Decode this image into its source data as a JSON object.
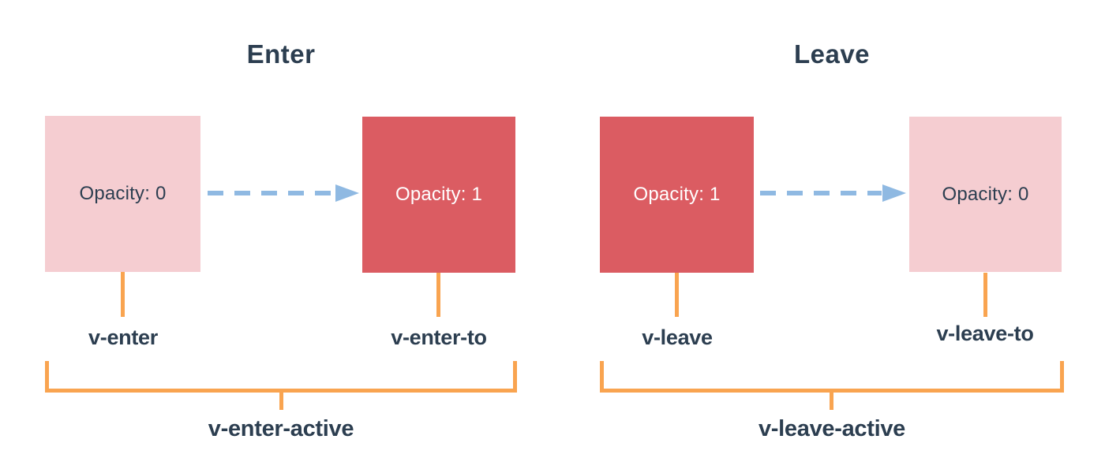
{
  "colors": {
    "background": "#ffffff",
    "pink": "#f5cdd1",
    "red": "#db5c62",
    "blue": "#8fb9e2",
    "orange": "#f9a450",
    "dark_navy": "#2c3e50",
    "white": "#ffffff"
  },
  "diagram": {
    "panels": [
      {
        "title": "Enter",
        "from_label": "Opacity: 0",
        "to_label": "Opacity: 1",
        "from_class": "v-enter",
        "to_class": "v-enter-to",
        "active_class": "v-enter-active"
      },
      {
        "title": "Leave",
        "from_label": "Opacity: 1",
        "to_label": "Opacity: 0",
        "from_class": "v-leave",
        "to_class": "v-leave-to",
        "active_class": "v-leave-active"
      }
    ]
  }
}
